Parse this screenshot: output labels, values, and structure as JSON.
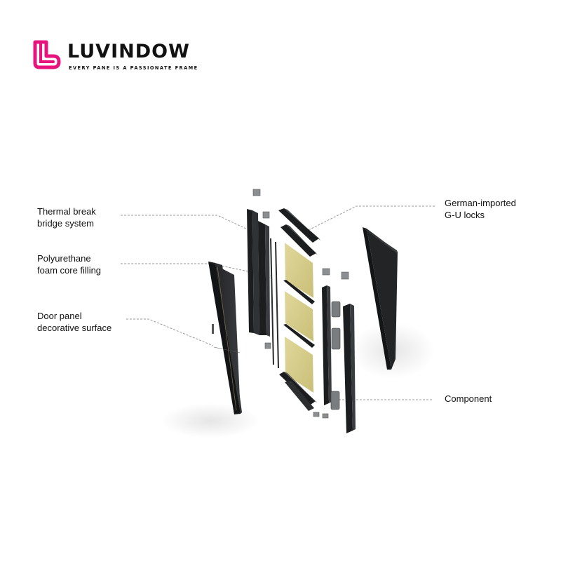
{
  "brand": {
    "name": "LUVINDOW",
    "tagline": "EVERY PANE IS A PASSIONATE FRAME",
    "accent_color": "#e6147c",
    "logo_icon": "heart-l-logo-icon"
  },
  "callouts": {
    "thermal": {
      "line1": "Thermal break",
      "line2": "bridge system"
    },
    "foam": {
      "line1": "Polyurethane",
      "line2": "foam core filling"
    },
    "panel": {
      "line1": "Door panel",
      "line2": "decorative surface"
    },
    "locks": {
      "line1": "German-imported",
      "line2": "G-U locks"
    },
    "component": {
      "line1": "Component"
    }
  },
  "colors": {
    "frame": "#1b1d1f",
    "frame_edge": "#3a3d40",
    "foam": "#d8cf8c",
    "panel": "#2a2b2d",
    "leader": "#9a9a9a"
  }
}
